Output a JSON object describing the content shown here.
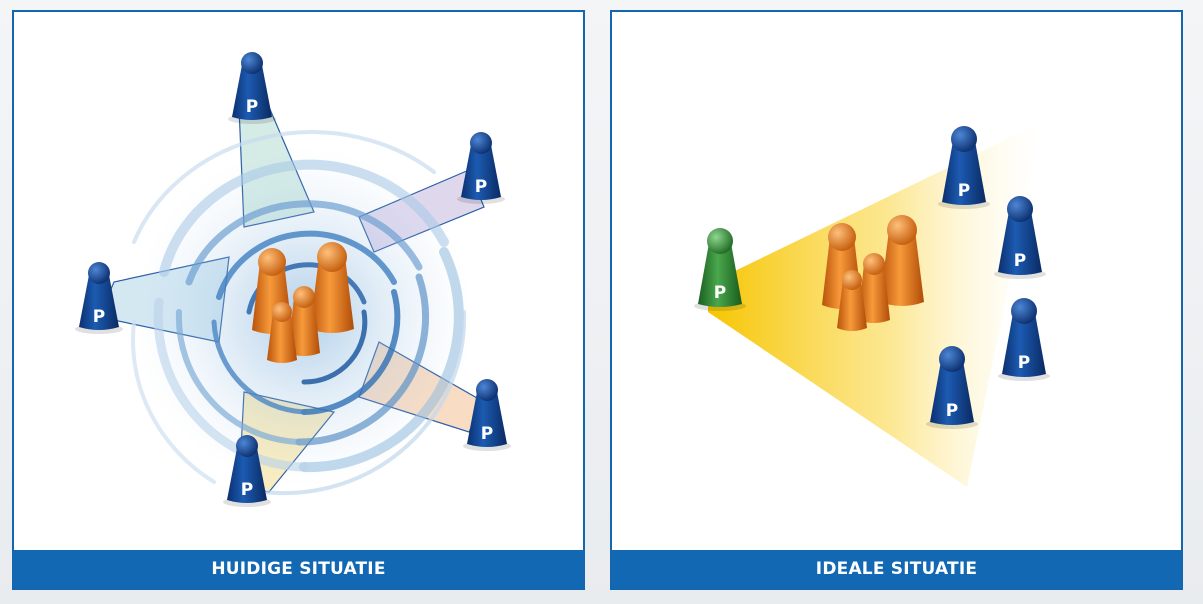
{
  "panels": [
    {
      "caption": "HUIDIGE SITUATIE",
      "pawn_letter": "P"
    },
    {
      "caption": "IDEALE SITUATIE",
      "pawn_letter": "P"
    }
  ],
  "colors": {
    "frame_blue": "#1565b0",
    "caption_blue": "#1268b3",
    "pawn_blue": "#0f3f8c",
    "pawn_orange": "#e07418",
    "pawn_green": "#2b8a2e",
    "light_yellow": "#f8c800"
  }
}
